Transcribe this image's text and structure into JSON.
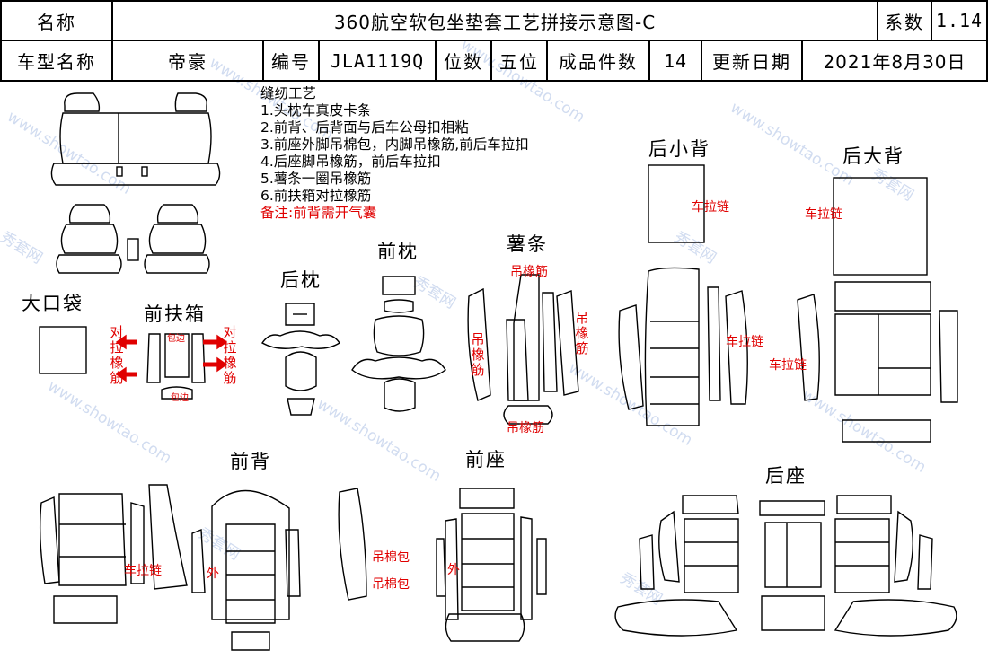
{
  "header": {
    "row1": {
      "name_label": "名称",
      "title": "360航空软包坐垫套工艺拼接示意图-C",
      "coef_label": "系数",
      "coef_value": "1.14"
    },
    "row2": {
      "model_label": "车型名称",
      "model_value": "帝豪",
      "code_label": "编号",
      "code_value": "JLA1119Q",
      "seats_label": "位数",
      "seats_value": "五位",
      "pieces_label": "成品件数",
      "pieces_value": "14",
      "date_label": "更新日期",
      "date_value": "2021年8月30日"
    }
  },
  "notes": {
    "title": "缝纫工艺",
    "items": [
      "1.头枕车真皮卡条",
      "2.前背、后背面与后车公母扣相粘",
      "3.前座外脚吊棉包，内脚吊橡筋,前后车拉扣",
      "4.后座脚吊橡筋，前后车拉扣",
      "5.薯条一圈吊橡筋",
      "6.前扶箱对拉橡筋"
    ],
    "remark": "备注:前背需开气囊"
  },
  "sections": {
    "big_pocket": "大口袋",
    "front_armrest": "前扶箱",
    "rear_headrest": "后枕",
    "front_headrest": "前枕",
    "fries": "薯条",
    "rear_small_back": "后小背",
    "rear_big_back": "后大背",
    "front_back": "前背",
    "front_seat": "前座",
    "rear_seat": "后座"
  },
  "annotations": {
    "pull_elastic": "对拉橡筋",
    "edge_wrap_1": "包边",
    "edge_wrap_2": "包边",
    "hang_elastic": "吊橡筋",
    "rear_zipper": "车拉链",
    "outer": "外",
    "hang_cotton": "吊棉包"
  },
  "watermark": {
    "site": "www.showtao.com",
    "brand": "秀套网"
  },
  "colors": {
    "annotation_red": "#e00000",
    "watermark": "#c9d6ee"
  }
}
